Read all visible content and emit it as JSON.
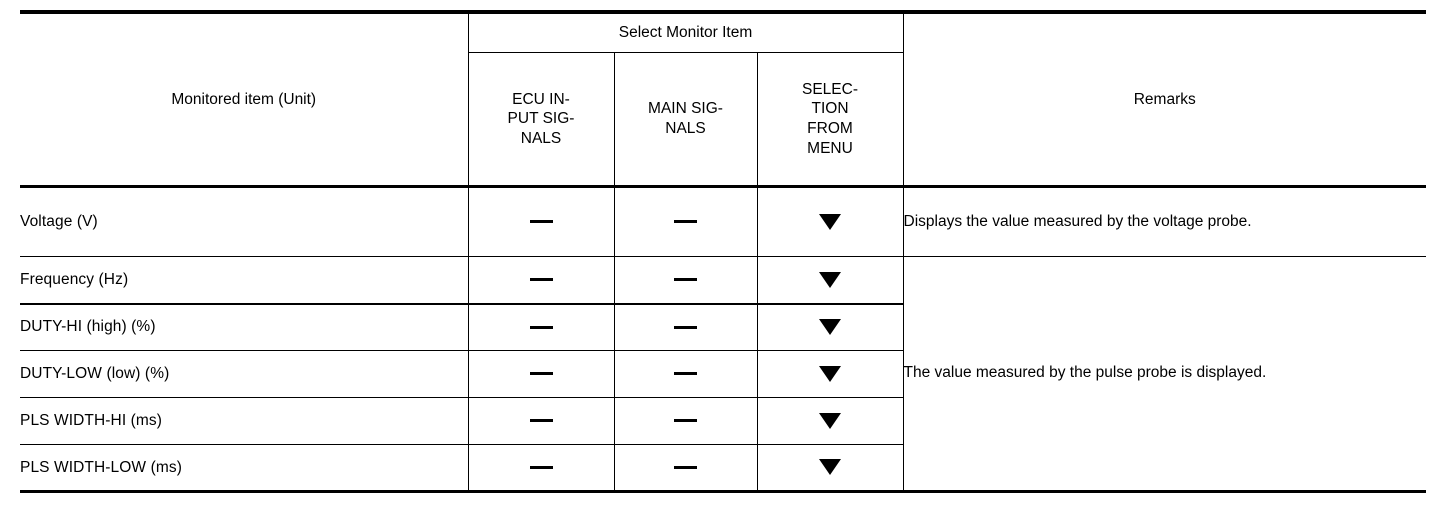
{
  "table": {
    "headers": {
      "item_column": "Monitored item (Unit)",
      "group": "Select Monitor Item",
      "sub_columns": [
        "ECU IN-\nPUT SIG-\nNALS",
        "MAIN SIG-\nNALS",
        "SELEC-\nTION\nFROM\nMENU"
      ],
      "remarks_column": "Remarks"
    },
    "rows": [
      {
        "item": "Voltage (V)",
        "ecu_input_signals": "dash",
        "main_signals": "dash",
        "selection_from_menu": "triangle-down"
      },
      {
        "item": "Frequency (Hz)",
        "ecu_input_signals": "dash",
        "main_signals": "dash",
        "selection_from_menu": "triangle-down"
      },
      {
        "item": "DUTY-HI (high) (%)",
        "ecu_input_signals": "dash",
        "main_signals": "dash",
        "selection_from_menu": "triangle-down"
      },
      {
        "item": "DUTY-LOW (low) (%)",
        "ecu_input_signals": "dash",
        "main_signals": "dash",
        "selection_from_menu": "triangle-down"
      },
      {
        "item": "PLS WIDTH-HI (ms)",
        "ecu_input_signals": "dash",
        "main_signals": "dash",
        "selection_from_menu": "triangle-down"
      },
      {
        "item": "PLS WIDTH-LOW (ms)",
        "ecu_input_signals": "dash",
        "main_signals": "dash",
        "selection_from_menu": "triangle-down"
      }
    ],
    "remarks": [
      {
        "text": "Displays the value measured by the voltage probe.",
        "rowspan": 1
      },
      {
        "text": "The value measured by the pulse probe is displayed.",
        "rowspan": 5
      }
    ],
    "colors": {
      "rule": "#000000",
      "text": "#000000",
      "background": "#ffffff"
    }
  }
}
